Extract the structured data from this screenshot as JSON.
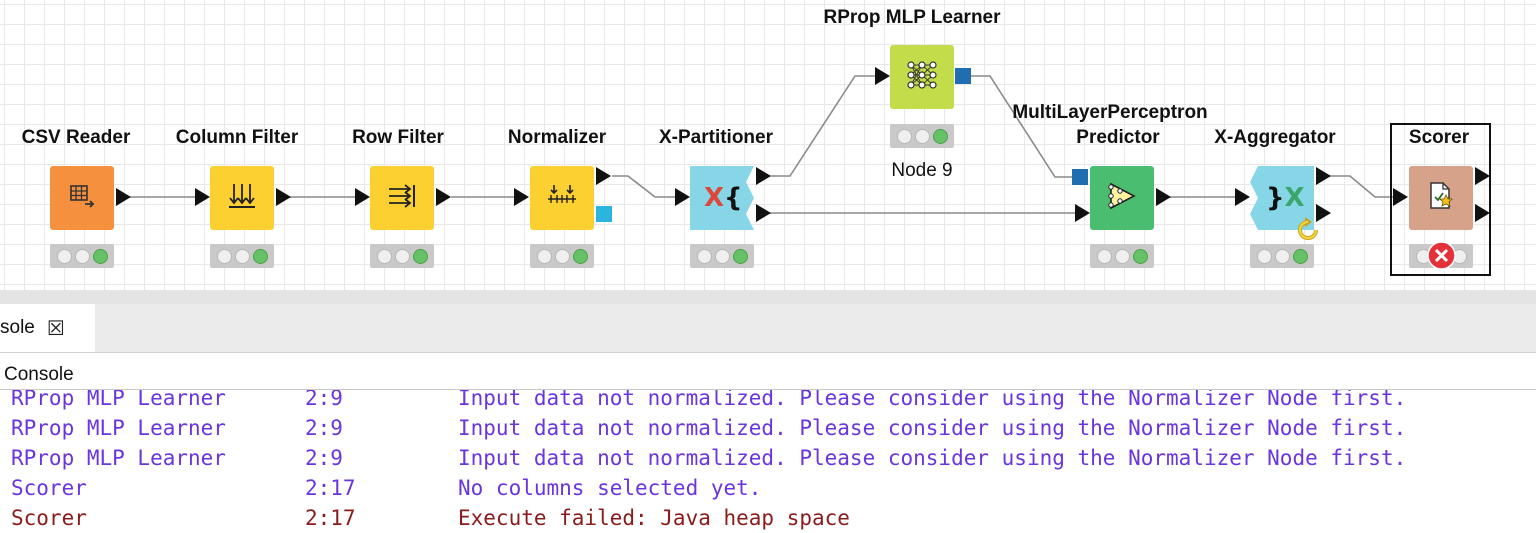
{
  "workflow": {
    "nodes": [
      {
        "id": "csv-reader",
        "label": "CSV Reader",
        "color": "#f5903f",
        "icon": "table-arrow-icon"
      },
      {
        "id": "column-filter",
        "label": "Column Filter",
        "color": "#fdd032",
        "icon": "column-filter-icon"
      },
      {
        "id": "row-filter",
        "label": "Row Filter",
        "color": "#fdd032",
        "icon": "row-filter-icon"
      },
      {
        "id": "normalizer",
        "label": "Normalizer",
        "color": "#fdd032",
        "icon": "normalizer-icon"
      },
      {
        "id": "x-partitioner",
        "label": "X-Partitioner",
        "color": "#86d6e8",
        "icon": "loop-start-icon"
      },
      {
        "id": "rprop-mlp-learner",
        "label": "RProp MLP Learner",
        "sub_label": "Node 9",
        "color": "#c3dd4a",
        "icon": "neural-net-icon"
      },
      {
        "id": "mlp-predictor",
        "label_line1": "MultiLayerPerceptron",
        "label_line2": "Predictor",
        "color": "#4bbd71",
        "icon": "predictor-icon"
      },
      {
        "id": "x-aggregator",
        "label": "X-Aggregator",
        "color": "#86d6e8",
        "icon": "loop-end-icon"
      },
      {
        "id": "scorer",
        "label": "Scorer",
        "color": "#d6a38a",
        "icon": "scorer-icon",
        "status": "error"
      }
    ],
    "colors": {
      "port_blue": "#1f6fb0",
      "port_cyan": "#2bb4e0",
      "error_red": "#e4313a"
    }
  },
  "console_tab": {
    "label": "sole",
    "close_symbol": "☒"
  },
  "console": {
    "title": "Console",
    "colors": {
      "info": "#6a35e0",
      "error": "#8b1a1a"
    },
    "lines": [
      {
        "node": "RProp MLP Learner",
        "id": "2:9",
        "message": "Input data not normalized. Please consider using the Normalizer Node first.",
        "level": "info"
      },
      {
        "node": "RProp MLP Learner",
        "id": "2:9",
        "message": "Input data not normalized. Please consider using the Normalizer Node first.",
        "level": "info"
      },
      {
        "node": "RProp MLP Learner",
        "id": "2:9",
        "message": "Input data not normalized. Please consider using the Normalizer Node first.",
        "level": "info"
      },
      {
        "node": "Scorer",
        "id": "2:17",
        "message": "No columns selected yet.",
        "level": "info"
      },
      {
        "node": "Scorer",
        "id": "2:17",
        "message": "Execute failed: Java heap space",
        "level": "error"
      }
    ]
  }
}
